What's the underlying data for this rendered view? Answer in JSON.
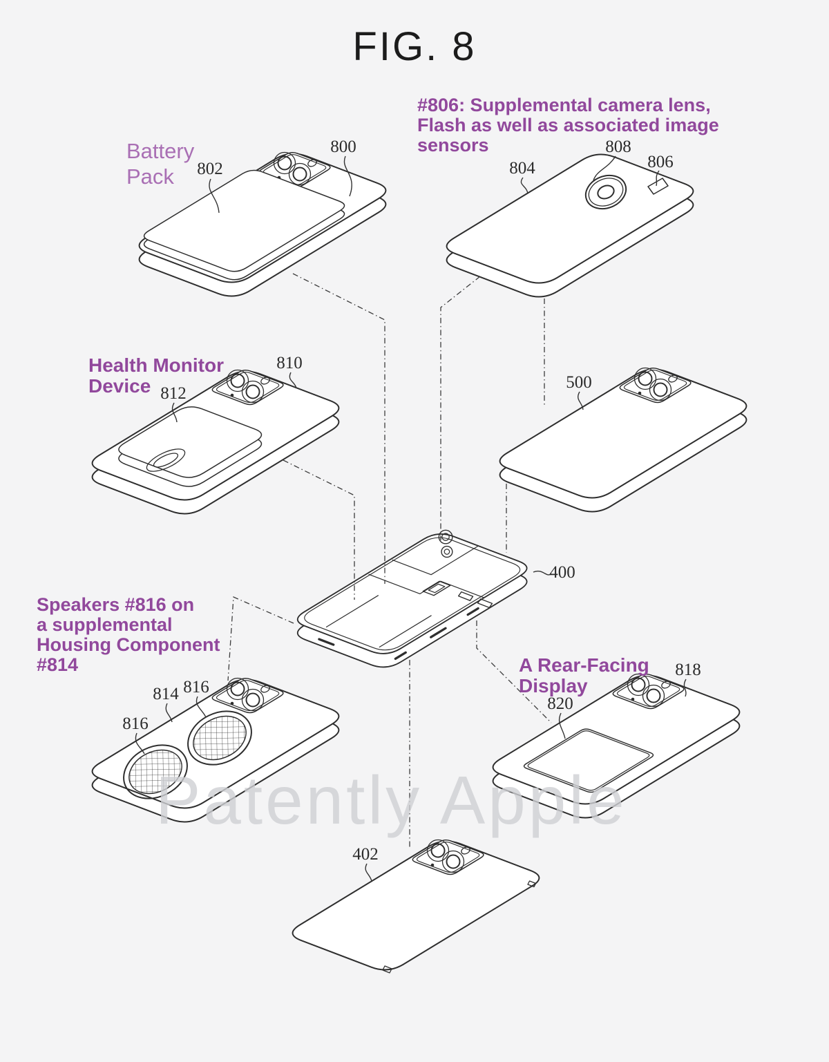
{
  "figure": {
    "title": "FIG. 8",
    "watermark": "Patently Apple",
    "notes": {
      "camera": {
        "lines": [
          "#806: Supplemental camera lens,",
          "Flash as well as associated image",
          "sensors"
        ]
      },
      "battery": {
        "lines": [
          "Battery",
          "Pack"
        ]
      },
      "health": {
        "lines": [
          "Health Monitor",
          "Device"
        ]
      },
      "speakers": {
        "lines": [
          "Speakers #816 on",
          "a supplemental",
          "Housing Component",
          "#814"
        ]
      },
      "rear_display": {
        "lines": [
          "A Rear-Facing",
          "Display"
        ]
      }
    },
    "ref_labels": [
      {
        "ref": "800"
      },
      {
        "ref": "802"
      },
      {
        "ref": "804"
      },
      {
        "ref": "808"
      },
      {
        "ref": "806"
      },
      {
        "ref": "810"
      },
      {
        "ref": "812"
      },
      {
        "ref": "500"
      },
      {
        "ref": "400"
      },
      {
        "ref": "814"
      },
      {
        "ref": "816"
      },
      {
        "ref": "816"
      },
      {
        "ref": "818"
      },
      {
        "ref": "820"
      },
      {
        "ref": "402"
      }
    ],
    "colors": {
      "background": "#f4f4f5",
      "line_art": "#2e2e2e",
      "note_purple": "#91489c",
      "battery_purple": "#a96fb4",
      "watermark_gray": "#cfd0d4"
    }
  }
}
